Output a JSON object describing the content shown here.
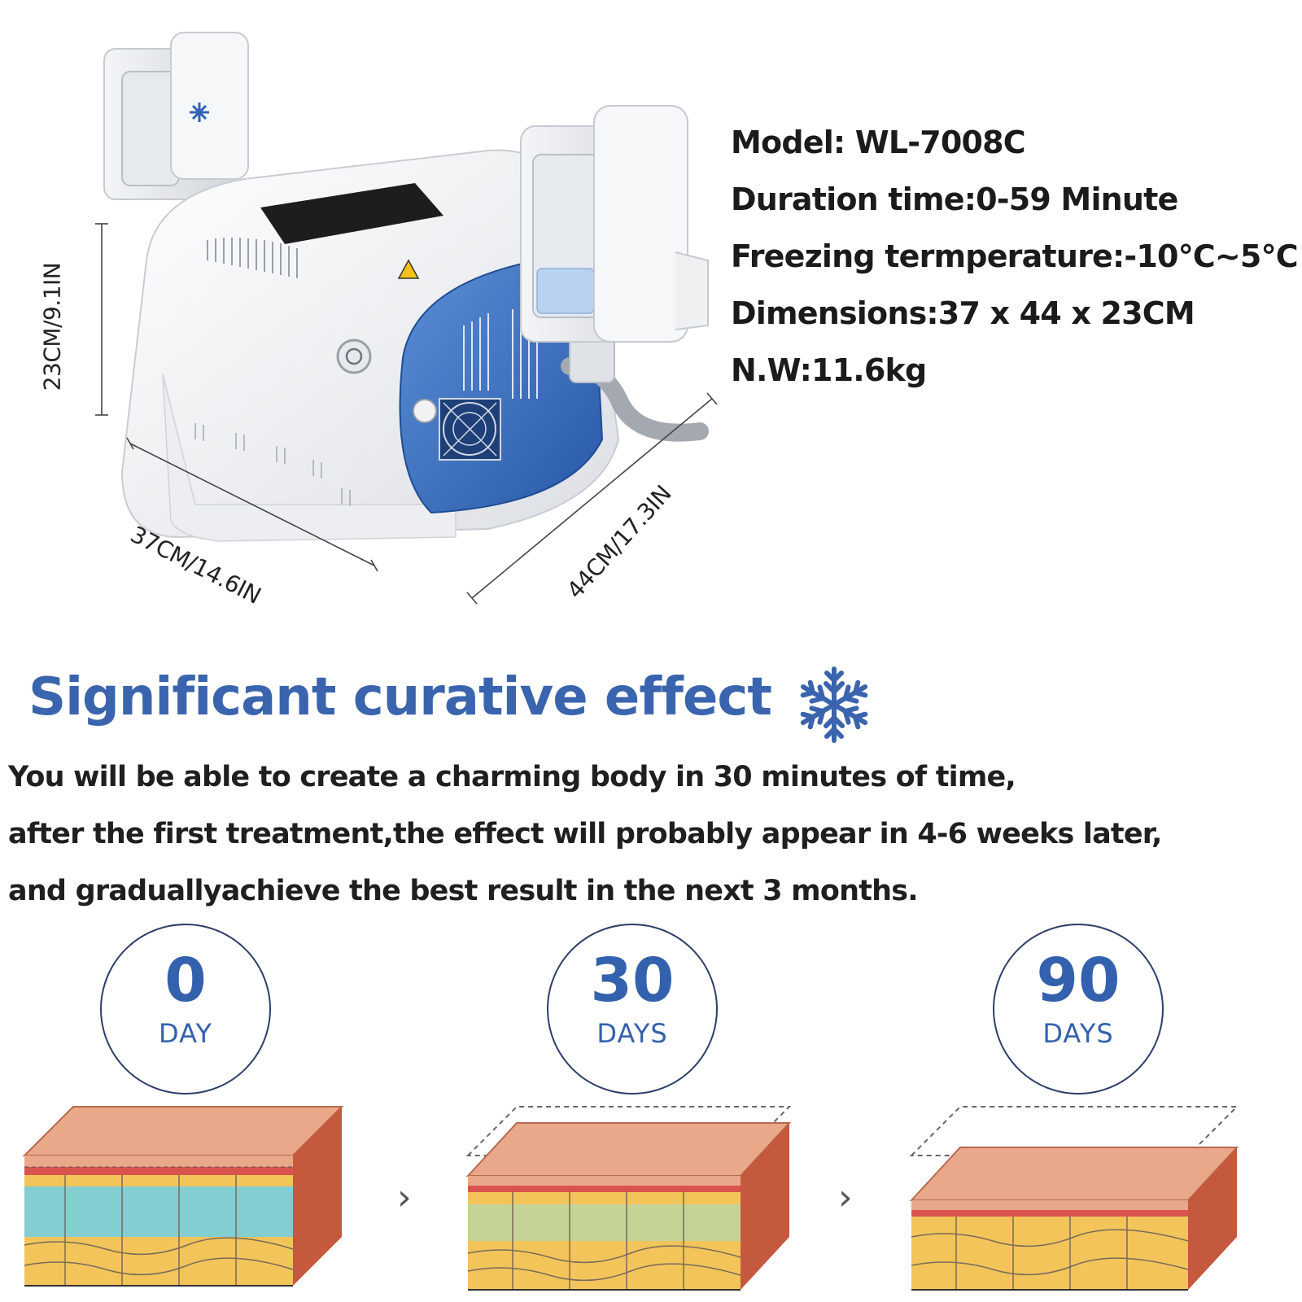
{
  "dimensions": {
    "height_label": "23CM/9.1IN",
    "width_label": "37CM/14.6IN",
    "depth_label": "44CM/17.3IN"
  },
  "specs": {
    "model": "Model: WL-7008C",
    "duration": "Duration time:0-59 Minute",
    "freezing": "Freezing termperature:-10℃~5℃",
    "dimensions": "Dimensions:37 x 44 x 23CM",
    "weight": "N.W:11.6kg"
  },
  "effect": {
    "heading": "Significant curative effect",
    "lines": [
      "You will be able to create a charming body in 30 minutes of time,",
      "after the first treatment,the effect will probably appear in 4-6 weeks later,",
      "and graduallyachieve the best result in the next 3 months."
    ]
  },
  "timeline": [
    {
      "number": "0",
      "unit": "DAY"
    },
    {
      "number": "30",
      "unit": "DAYS"
    },
    {
      "number": "90",
      "unit": "DAYS"
    }
  ],
  "arrow_glyph": "›",
  "colors": {
    "accent_blue": "#3a64ad",
    "machine_blue": "#2f63b8",
    "skin_top": "#e9a889",
    "fat_yellow": "#f2c45a"
  },
  "icons": {
    "snowflake": "snowflake-icon",
    "power": "power-icon",
    "warning": "warning-icon",
    "fan": "fan-icon"
  }
}
